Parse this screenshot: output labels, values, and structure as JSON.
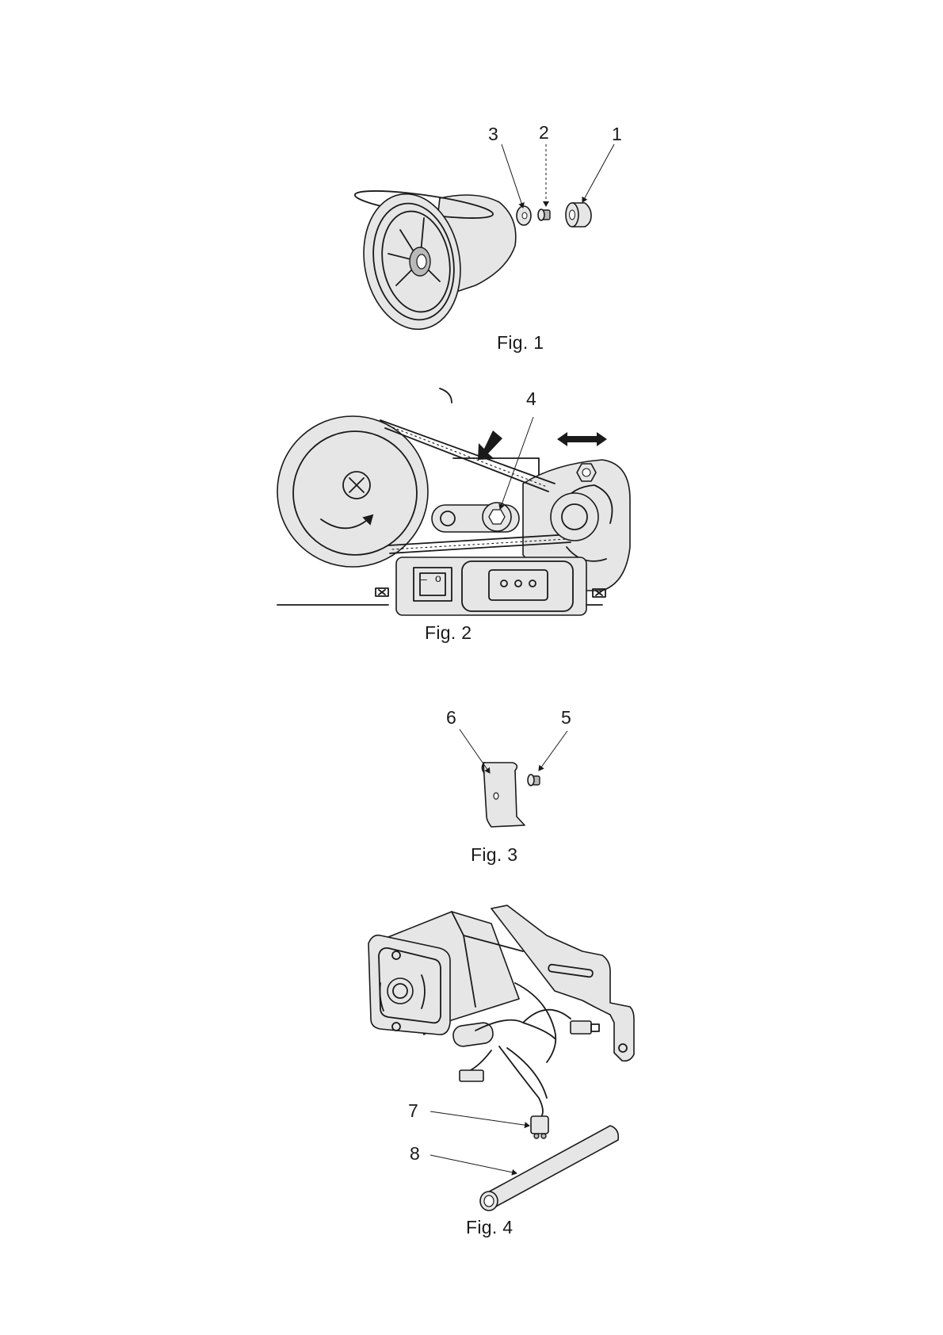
{
  "figures": [
    {
      "caption": "Fig. 1",
      "callouts": [
        "1",
        "2",
        "3"
      ]
    },
    {
      "caption": "Fig. 2",
      "callouts": [
        "4"
      ]
    },
    {
      "caption": "Fig. 3",
      "callouts": [
        "5",
        "6"
      ]
    },
    {
      "caption": "Fig. 4",
      "callouts": [
        "7",
        "8"
      ]
    }
  ],
  "switch_marks": {
    "off": "o",
    "on": "–"
  }
}
